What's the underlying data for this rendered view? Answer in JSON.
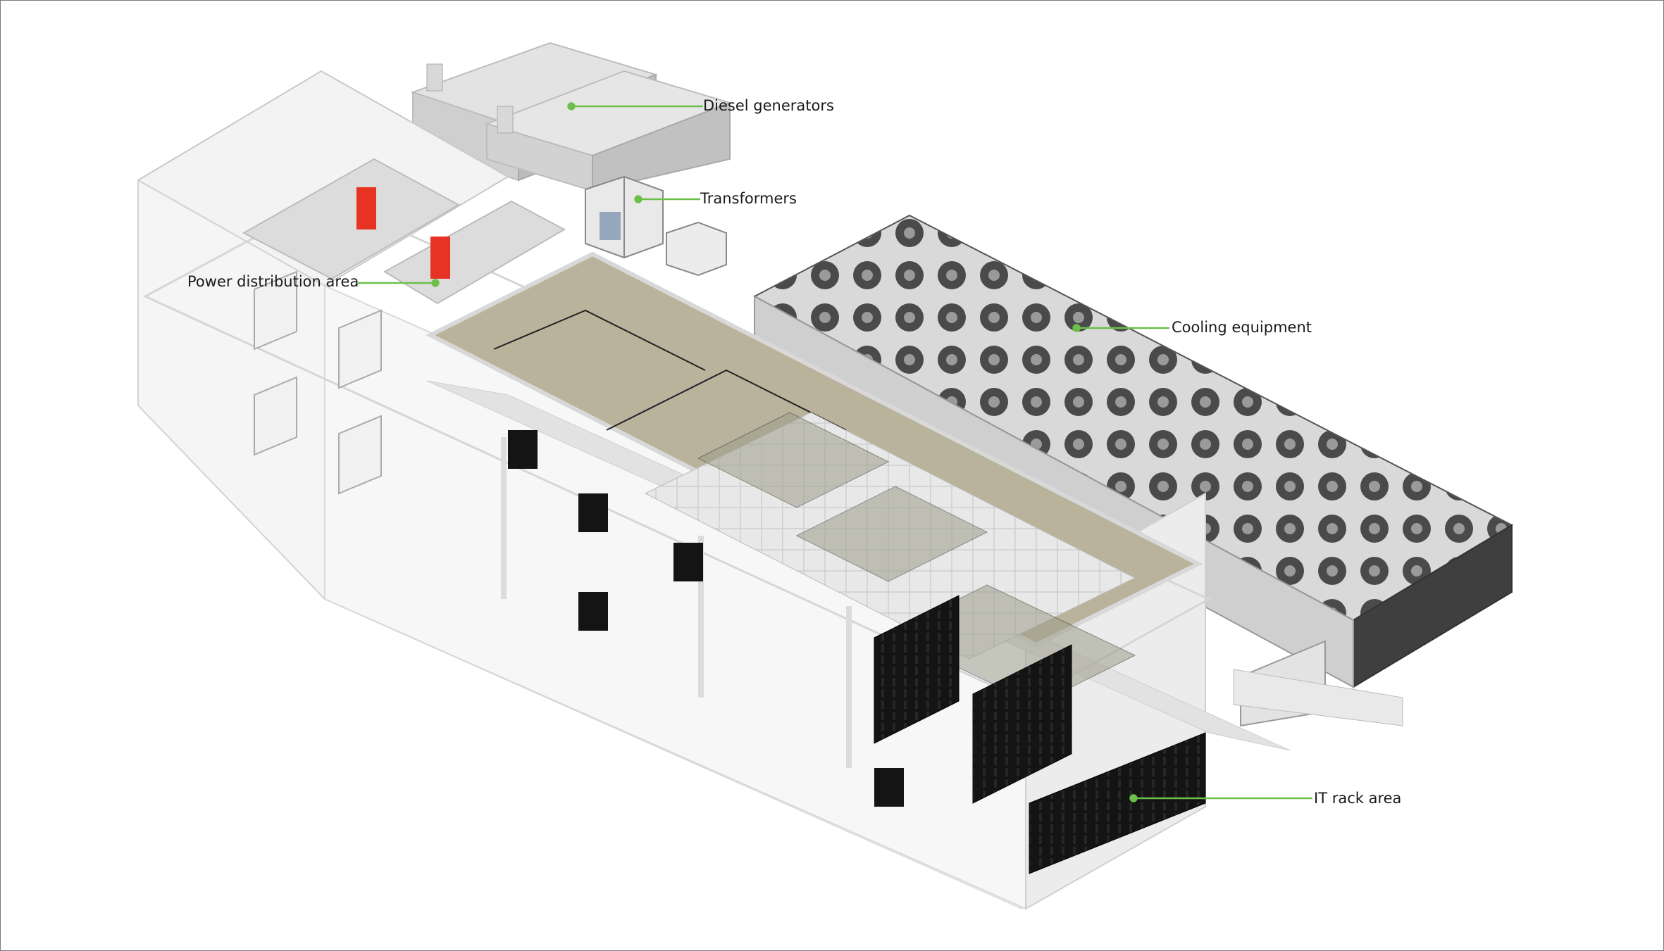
{
  "callouts": {
    "diesel_generators": "Diesel generators",
    "transformers": "Transformers",
    "power_distribution_area": "Power distribution area",
    "cooling_equipment": "Cooling equipment",
    "it_rack_area": "IT rack area"
  },
  "colors": {
    "leader_line": "#6cc04a",
    "accent_red": "#e63323",
    "rack_black": "#141414",
    "roof_tan": "#b9b39c",
    "wall_white": "#f4f4f4",
    "frame_border": "#7a7a7a"
  }
}
